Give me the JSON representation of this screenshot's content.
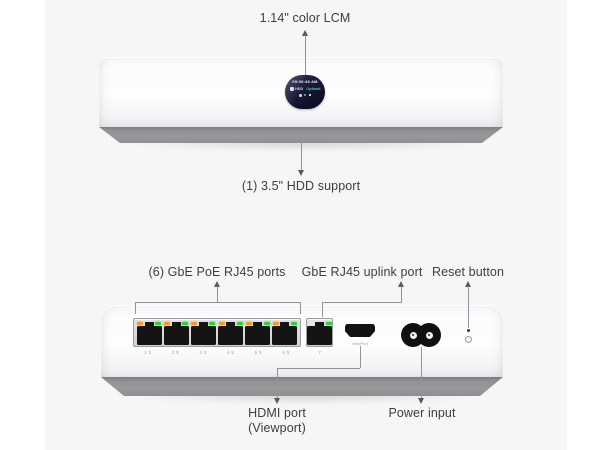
{
  "front_view": {
    "lcm_callout": "1.14\" color LCM",
    "hdd_callout": "(1) 3.5\" HDD support",
    "lcm_screen": {
      "time": "09:30:48 AM",
      "hdd_label": "HDD",
      "hdd_status": "Optimal"
    }
  },
  "rear_view": {
    "poe_callout": "(6) GbE PoE RJ45 ports",
    "uplink_callout": "GbE RJ45 uplink port",
    "reset_callout": "Reset button",
    "hdmi_callout_line1": "HDMI port",
    "hdmi_callout_line2": "(Viewport)",
    "power_callout": "Power input",
    "poe_glyph": "↯",
    "port_numbers": [
      "1",
      "2",
      "3",
      "4",
      "5",
      "6"
    ],
    "uplink_port_number": "7",
    "hdmi_port_label": "ViewPort"
  },
  "colors": {
    "led_orange": "#f79a17",
    "led_green": "#27d32f",
    "status_green": "#3dd598",
    "callout_line": "#949497",
    "callout_text": "#3e3e41",
    "stage_bg": "#f6f6f7"
  }
}
